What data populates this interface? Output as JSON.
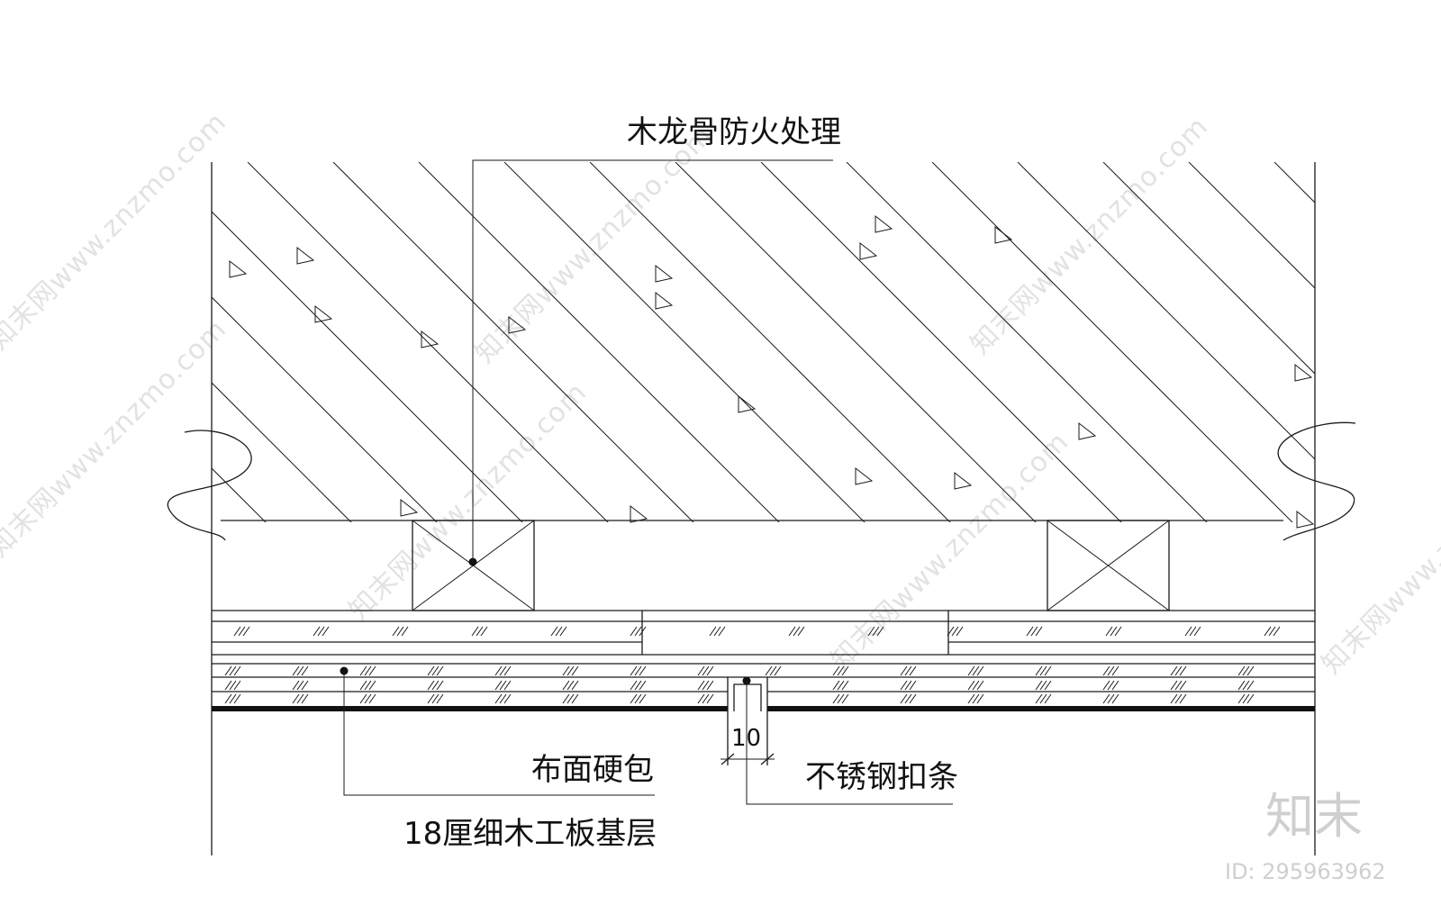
{
  "diagram": {
    "labels": {
      "keel": "木龙骨防火处理",
      "fabric": "布面硬包",
      "board": "18厘细木工板基层",
      "strip": "不锈钢扣条",
      "dimension": "10"
    }
  },
  "watermark": {
    "site": "知末网www.znzmo.com",
    "logo": "知末",
    "id": "ID: 295963962"
  }
}
